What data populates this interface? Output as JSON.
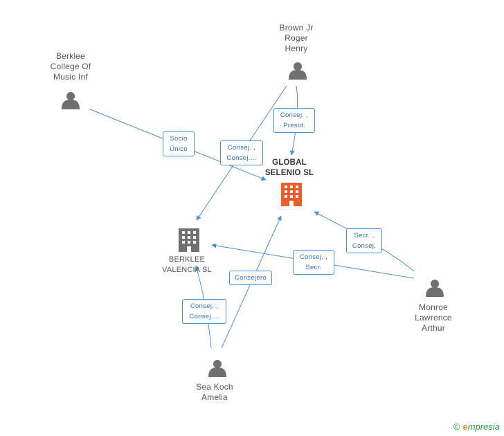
{
  "nodes": {
    "berklee_college": {
      "label": "Berklee\nCollege Of\nMusic Inf",
      "type": "person"
    },
    "brown": {
      "label": "Brown Jr\nRoger\nHenry",
      "type": "person"
    },
    "global_selenio": {
      "label": "GLOBAL\nSELENIO SL",
      "type": "company-main"
    },
    "berklee_valencia": {
      "label": "BERKLEE\nVALENCIA SL",
      "type": "company"
    },
    "monroe": {
      "label": "Monroe\nLawrence\nArthur",
      "type": "person"
    },
    "sea_koch": {
      "label": "Sea Koch\nAmelia",
      "type": "person"
    }
  },
  "edges": [
    {
      "id": "berklee-college-to-global",
      "label": "Socio\nÚnico"
    },
    {
      "id": "brown-to-valencia",
      "label": "Consej. ,\nConsej...."
    },
    {
      "id": "brown-to-global",
      "label": "Consej. ,\nPresid."
    },
    {
      "id": "monroe-to-global",
      "label": "Secr. ,\nConsej."
    },
    {
      "id": "monroe-to-valencia",
      "label": "Consej. ,\nSecr."
    },
    {
      "id": "sea-koch-to-global",
      "label": "Consejero"
    },
    {
      "id": "sea-koch-to-valencia",
      "label": "Consej. ,\nConsej...."
    }
  ],
  "colors": {
    "edge": "#4a8fd8",
    "person_icon": "#707070",
    "company_icon": "#707070",
    "main_company_icon": "#f05a28"
  },
  "footer": {
    "copyright": "©",
    "brand_initial": "e",
    "brand_rest": "mpresia"
  }
}
